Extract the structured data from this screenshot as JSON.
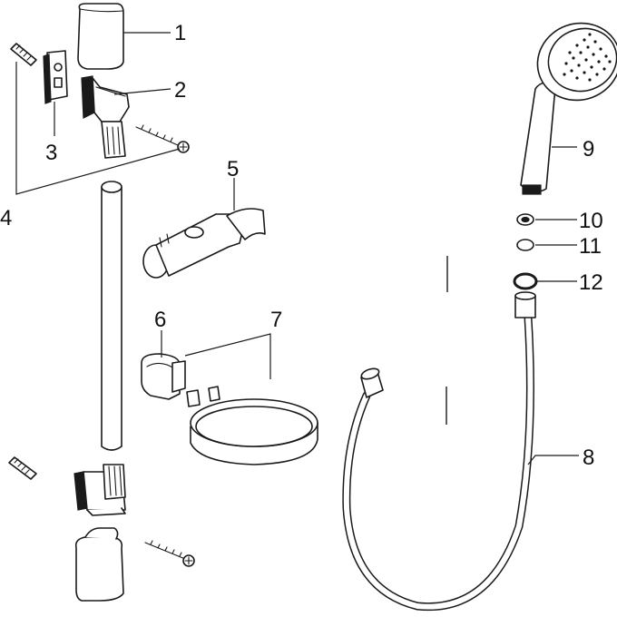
{
  "callouts": [
    {
      "id": "1",
      "part": "cover-cap-top"
    },
    {
      "id": "2",
      "part": "wall-bracket-top"
    },
    {
      "id": "3",
      "part": "mounting-plate"
    },
    {
      "id": "4",
      "part": "wall-plugs-and-screws"
    },
    {
      "id": "5",
      "part": "slider-holder"
    },
    {
      "id": "6",
      "part": "clip"
    },
    {
      "id": "7",
      "part": "soap-dish-ring"
    },
    {
      "id": "8",
      "part": "shower-hose"
    },
    {
      "id": "9",
      "part": "hand-shower"
    },
    {
      "id": "10",
      "part": "flow-restrictor"
    },
    {
      "id": "11",
      "part": "strainer-washer"
    },
    {
      "id": "12",
      "part": "sealing-ring"
    }
  ],
  "colors": {
    "line": "#1a1a1a",
    "background": "#ffffff"
  }
}
